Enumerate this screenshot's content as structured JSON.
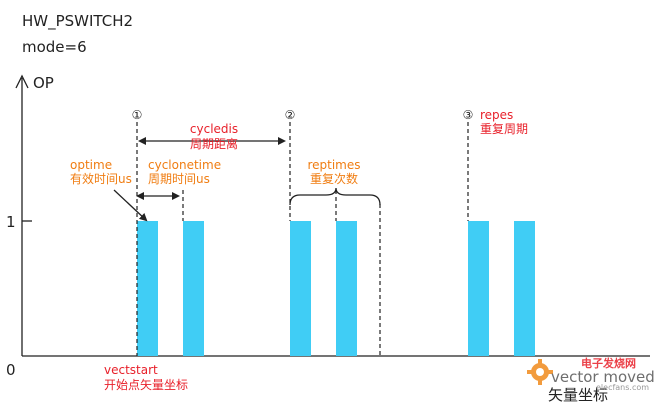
{
  "header": {
    "title": "HW_PSWITCH2",
    "subtitle": "mode=6"
  },
  "axes": {
    "y_label": "OP",
    "y_tick": "1",
    "origin": "0",
    "x_label": "矢量坐标"
  },
  "markers": [
    "①",
    "②",
    "③"
  ],
  "annotations": {
    "cycledis": {
      "name": "cycledis",
      "desc": "周期距离",
      "color": "#e8202a"
    },
    "optime": {
      "name": "optime",
      "desc": "有效时间us",
      "color": "#f07d12"
    },
    "cyclonetime": {
      "name": "cyclonetime",
      "desc": "周期时间us",
      "color": "#f07d12"
    },
    "reptimes": {
      "name": "reptimes",
      "desc": "重复次数",
      "color": "#f07d12"
    },
    "repes": {
      "name": "repes",
      "desc": "重复周期",
      "color": "#e8202a"
    },
    "vectstart": {
      "name": "vectstart",
      "desc": "开始点矢量坐标",
      "color": "#e8202a"
    }
  },
  "watermark": {
    "site": "电子发烧网",
    "brand": "vector moved",
    "url": "elecfans.com"
  },
  "colors": {
    "pulse": "#40cdf5",
    "axis": "#222222",
    "dashed": "#222222"
  }
}
